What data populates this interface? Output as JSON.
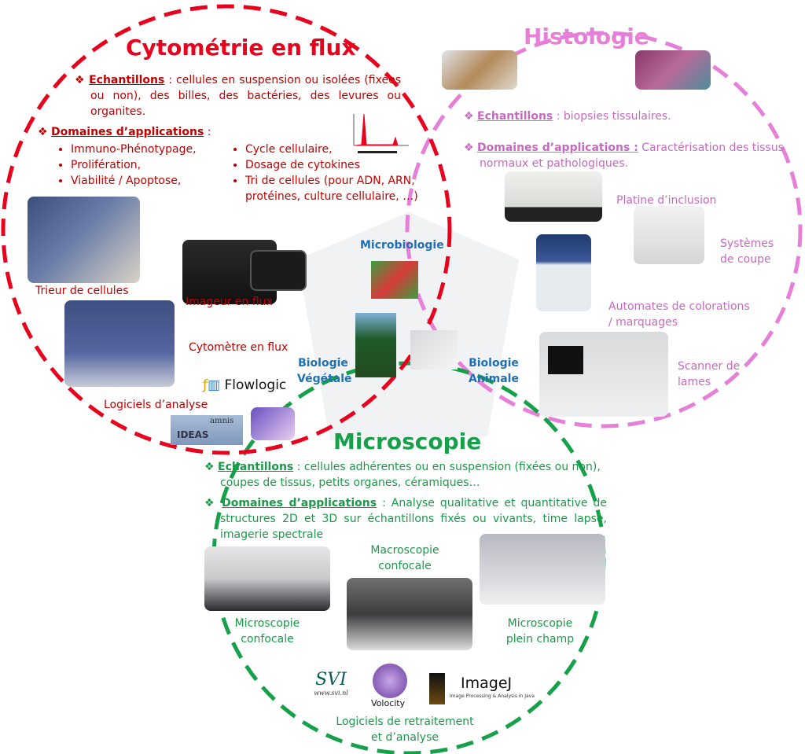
{
  "colors": {
    "cytometry": "#e8001c",
    "histology": "#e67fd8",
    "microscopy": "#16a04a",
    "center": "#1f6fb5"
  },
  "cytometry": {
    "title": "Cytométrie en flux",
    "samples_label": "Echantillons",
    "samples_text": " : cellules en suspension ou isolées (fixées ou non), des billes, des bactéries, des levures ou organites.",
    "domains_label": "Domaines d’applications",
    "domains_suffix": " :",
    "applications_left": [
      "Immuno-Phénotypage,",
      "Prolifération,",
      "Viabilité / Apoptose,"
    ],
    "applications_right": [
      "Cycle cellulaire,",
      "Dosage de cytokines",
      "Tri de cellules (pour ADN, ARN, protéines, culture cellulaire, …)"
    ],
    "equipment": [
      "Trieur de cellules",
      "Imageur en flux",
      "Cytomètre en flux",
      "Logiciels d’analyse"
    ],
    "software_logos": [
      "Flowlogic",
      "IDEAS",
      "amnis"
    ]
  },
  "histology": {
    "title": "Histologie",
    "samples_label": "Echantillons",
    "samples_text": " : biopsies tissulaires.",
    "domains_label": "Domaines d’applications :",
    "domains_text": " Caractérisation des tissus normaux et pathologiques.",
    "equipment": [
      "Platine d’inclusion",
      "Systèmes de coupe",
      "Automates de colorations / marquages",
      "Scanner de lames"
    ]
  },
  "microscopy": {
    "title": "Microscopie",
    "samples_label": "Echantillons",
    "samples_text": " : cellules adhérentes ou en suspension (fixées ou non), coupes de tissus, petits organes, céramiques…",
    "domains_label": "Domaines d’applications",
    "domains_text": " : Analyse qualitative et quantitative de structures 2D et 3D sur échantillons fixés ou vivants, time lapse, imagerie spectrale",
    "equipment": [
      "Microscopie confocale",
      "Macroscopie confocale",
      "Microscopie plein champ"
    ],
    "software_label": "Logiciels de retraitement et d’analyse",
    "software_logos": [
      "SVI",
      "www.svi.nl",
      "Volocity",
      "ImageJ",
      "Image Processing & Analysis in Java"
    ]
  },
  "center": {
    "labels": [
      "Microbiologie",
      "Biologie Végétale",
      "Biologie Animale"
    ]
  }
}
